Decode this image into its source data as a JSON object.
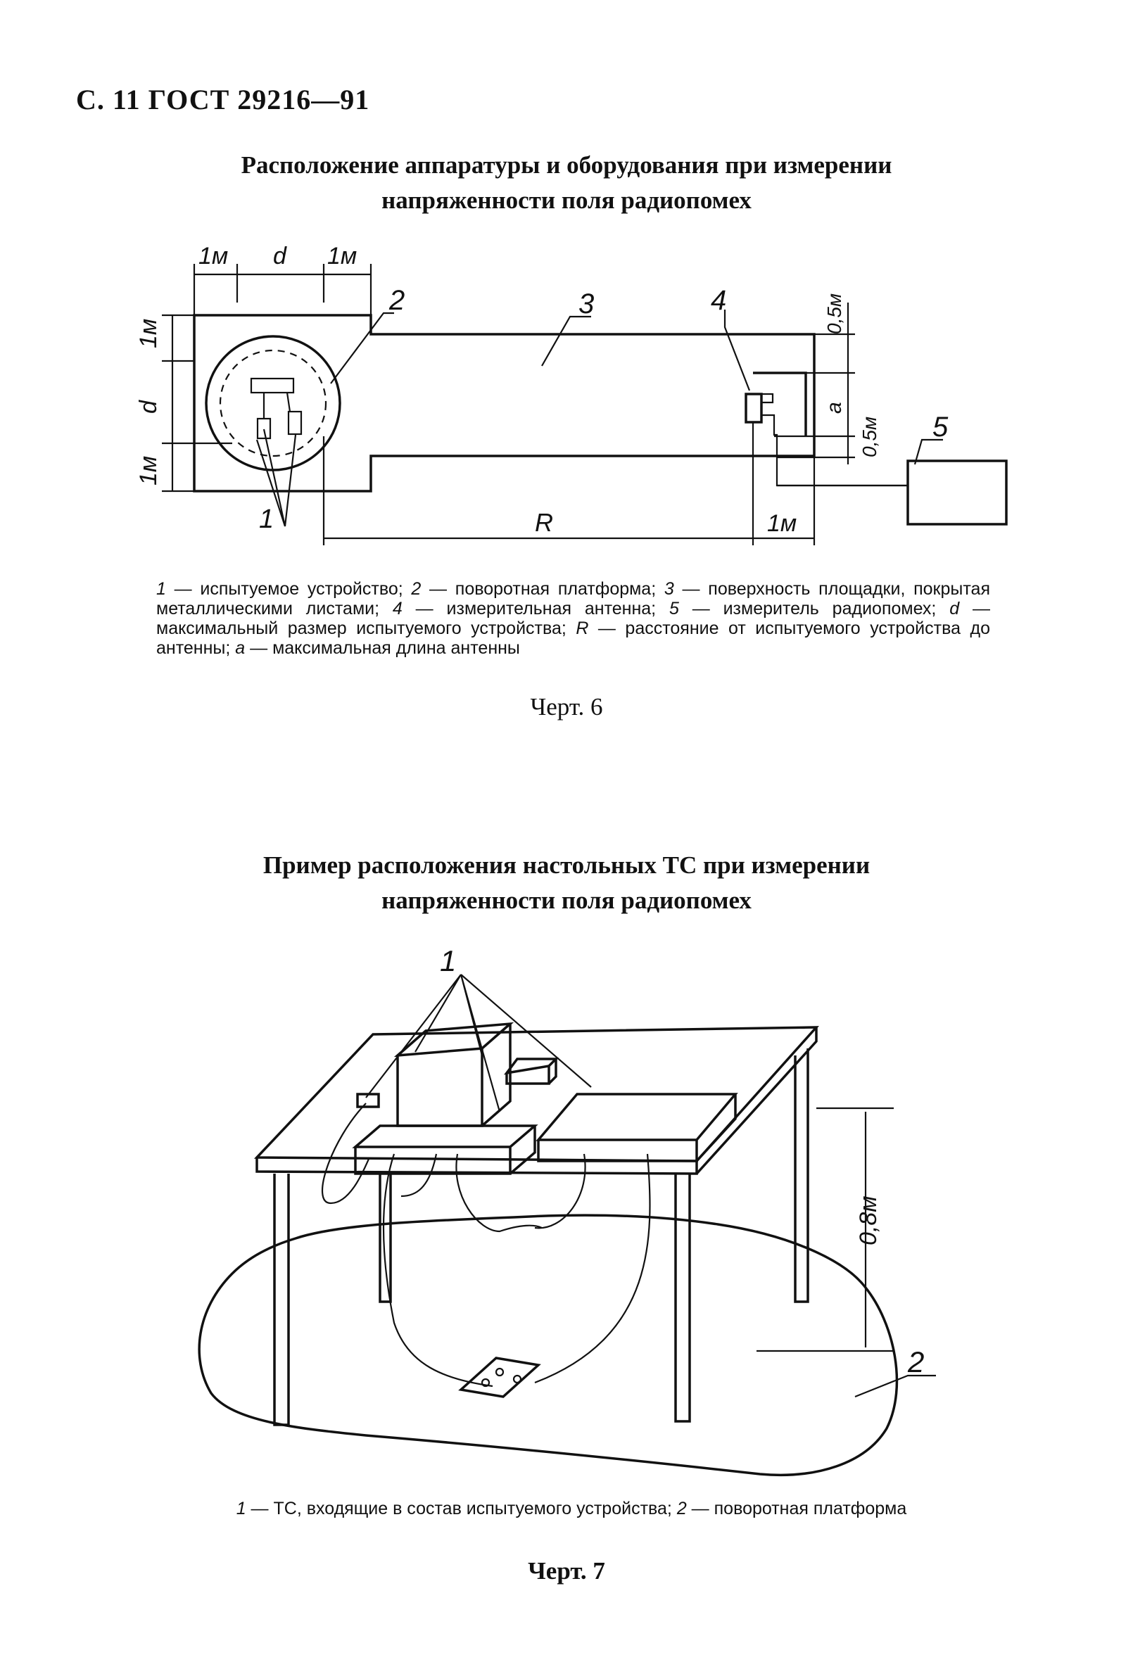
{
  "page": {
    "header": "С. 11 ГОСТ 29216—91"
  },
  "figure6": {
    "title_line1": "Расположение аппаратуры и оборудования при измерении",
    "title_line2": "напряженности поля радиопомех",
    "dims": {
      "top_left": "1м",
      "top_mid": "d",
      "top_right": "1м",
      "left_top": "1м",
      "left_mid": "d",
      "left_bottom": "1м",
      "bottom_R": "R",
      "bottom_right": "1м",
      "right_top": "0,5м",
      "right_a": "a",
      "right_bottom": "0,5м"
    },
    "callouts": [
      "1",
      "2",
      "3",
      "4",
      "5"
    ],
    "caption": {
      "n1": "1",
      "t1": " — испытуемое устройство; ",
      "n2": "2",
      "t2": " — поворотная платформа; ",
      "n3": "3",
      "t3": " — поверхность площадки, покрытая металлическими листами; ",
      "n4": "4",
      "t4": " — измерительная антенна; ",
      "n5": "5",
      "t5": " — измеритель радиопомех; ",
      "nd": "d",
      "td": " — максимальный размер испытуемого устройства; ",
      "nR": "R",
      "tR": " — расстояние от испытуемого устройства до антенны; ",
      "na": "a",
      "ta": " — максимальная длина антенны"
    },
    "label": "Черт. 6"
  },
  "figure7": {
    "title_line1": "Пример расположения настольных ТС при измерении",
    "title_line2": "напряженности поля радиопомех",
    "callouts": [
      "1",
      "2"
    ],
    "height_label": "0,8м",
    "caption": {
      "n1": "1",
      "t1": " — ТС, входящие в состав испытуемого устройства; ",
      "n2": "2",
      "t2": " — поворотная платформа"
    },
    "label": "Черт. 7"
  }
}
